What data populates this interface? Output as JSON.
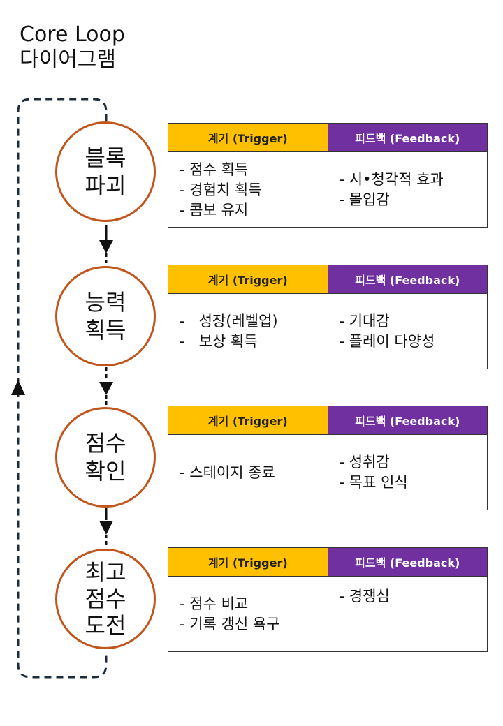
{
  "title": {
    "line1": "Core Loop",
    "line2": "다이어그램"
  },
  "colors": {
    "trigger": "#ffc000",
    "feedback": "#7030a0",
    "circle_border": "#c0561c"
  },
  "stages": [
    {
      "label": [
        "블록",
        "파괴"
      ],
      "trigger_header": "계기 (Trigger)",
      "feedback_header": "피드백 (Feedback)",
      "triggers": [
        "- 점수 획득",
        "- 경험치 획득",
        "- 콤보 유지"
      ],
      "feedbacks": [
        "- 시•청각적 효과",
        "- 몰입감"
      ]
    },
    {
      "label": [
        "능력",
        "획득"
      ],
      "trigger_header": "계기 (Trigger)",
      "feedback_header": "피드백 (Feedback)",
      "triggers": [
        "-   성장(레벨업)",
        "-   보상 획득"
      ],
      "feedbacks": [
        "- 기대감",
        "- 플레이 다양성"
      ]
    },
    {
      "label": [
        "점수",
        "확인"
      ],
      "trigger_header": "계기 (Trigger)",
      "feedback_header": "피드백 (Feedback)",
      "triggers": [
        "- 스테이지 종료"
      ],
      "feedbacks": [
        "- 성취감",
        "- 목표 인식"
      ]
    },
    {
      "label": [
        "최고",
        "점수",
        "도전"
      ],
      "trigger_header": "계기 (Trigger)",
      "feedback_header": "피드백 (Feedback)",
      "triggers": [
        "- 점수 비교",
        "- 기록 갱신 욕구"
      ],
      "feedbacks": [
        "- 경쟁심"
      ]
    }
  ]
}
